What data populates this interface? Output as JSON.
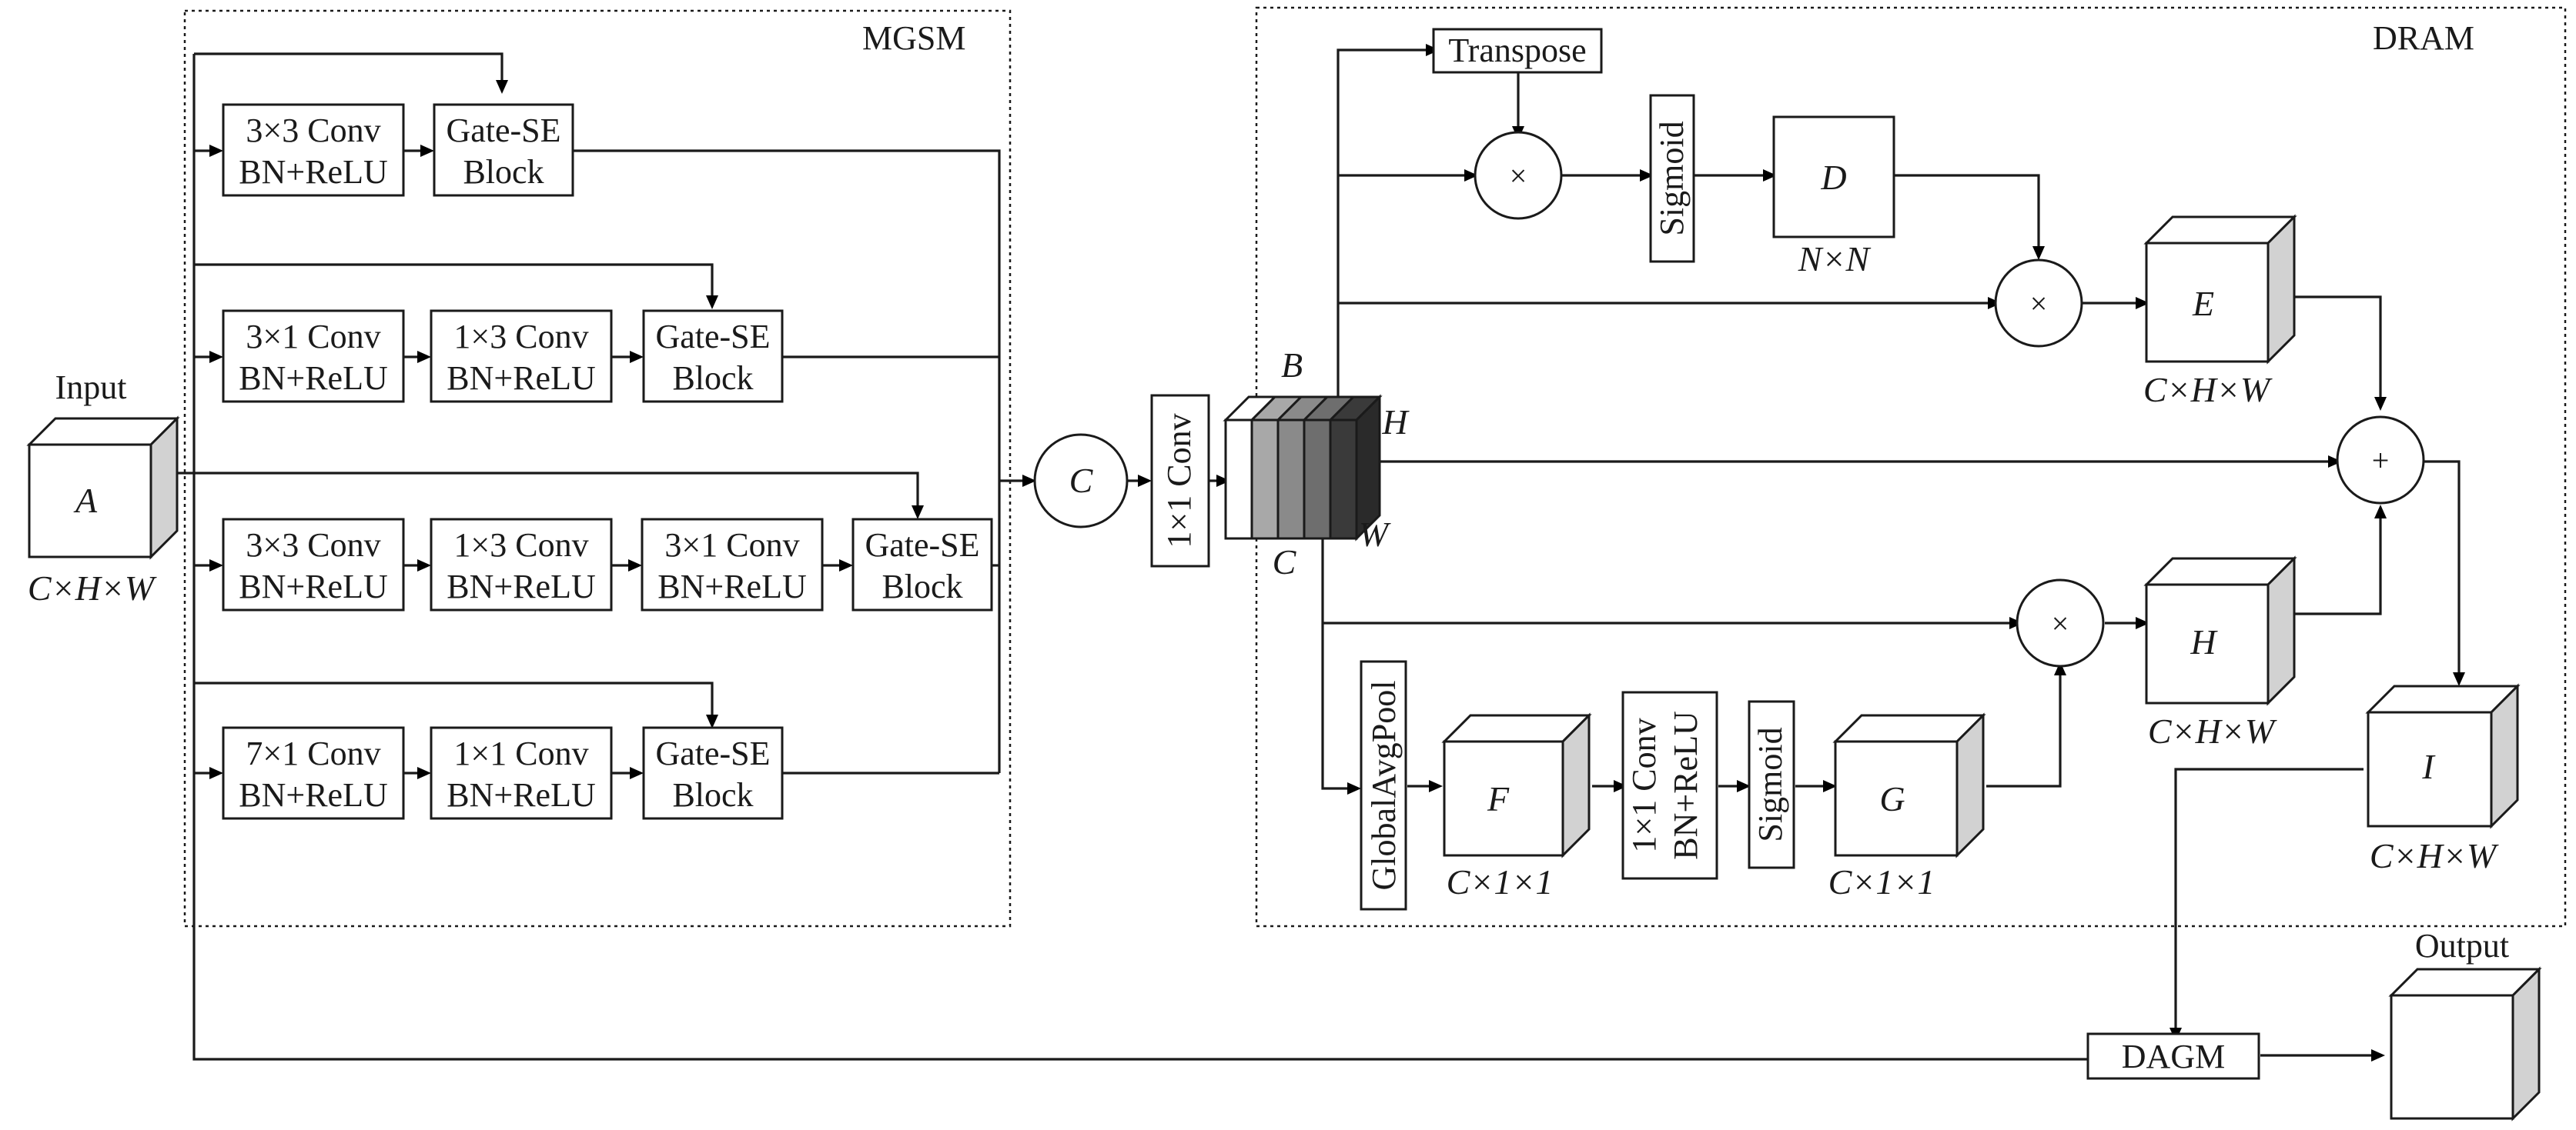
{
  "modules": {
    "mgsm": "MGSM",
    "dram": "DRAM"
  },
  "input": {
    "title": "Input",
    "tensor": "A",
    "dims": "C×H×W"
  },
  "output": {
    "title": "Output"
  },
  "mgsm_branches": [
    {
      "ops": [
        [
          "3×3 Conv",
          "BN+ReLU"
        ]
      ],
      "gate": [
        "Gate-SE",
        "Block"
      ]
    },
    {
      "ops": [
        [
          "3×1 Conv",
          "BN+ReLU"
        ],
        [
          "1×3 Conv",
          "BN+ReLU"
        ]
      ],
      "gate": [
        "Gate-SE",
        "Block"
      ]
    },
    {
      "ops": [
        [
          "3×3 Conv",
          "BN+ReLU"
        ],
        [
          "1×3 Conv",
          "BN+ReLU"
        ],
        [
          "3×1 Conv",
          "BN+ReLU"
        ]
      ],
      "gate": [
        "Gate-SE",
        "Block"
      ]
    },
    {
      "ops": [
        [
          "7×1 Conv",
          "BN+ReLU"
        ],
        [
          "1×1 Conv",
          "BN+ReLU"
        ]
      ],
      "gate": [
        "Gate-SE",
        "Block"
      ]
    }
  ],
  "concat": {
    "symbol": "C"
  },
  "conv1x1": "1×1 Conv",
  "feature_stack": {
    "b": "B",
    "h": "H",
    "w": "W",
    "c": "C"
  },
  "dram": {
    "transpose": "Transpose",
    "sigmoid_top": "Sigmoid",
    "d": {
      "name": "D",
      "dims": "N×N"
    },
    "e": {
      "name": "E",
      "dims": "C×H×W"
    },
    "h": {
      "name": "H",
      "dims": "C×H×W"
    },
    "i": {
      "name": "I",
      "dims": "C×H×W"
    },
    "f": {
      "name": "F",
      "dims": "C×1×1"
    },
    "g": {
      "name": "G",
      "dims": "C×1×1"
    },
    "gap": "GlobalAvgPool",
    "conv_bn": [
      "1×1 Conv",
      "BN+ReLU"
    ],
    "sigmoid_bottom": "Sigmoid",
    "mult": "×",
    "plus": "+"
  },
  "dagm": "DAGM"
}
